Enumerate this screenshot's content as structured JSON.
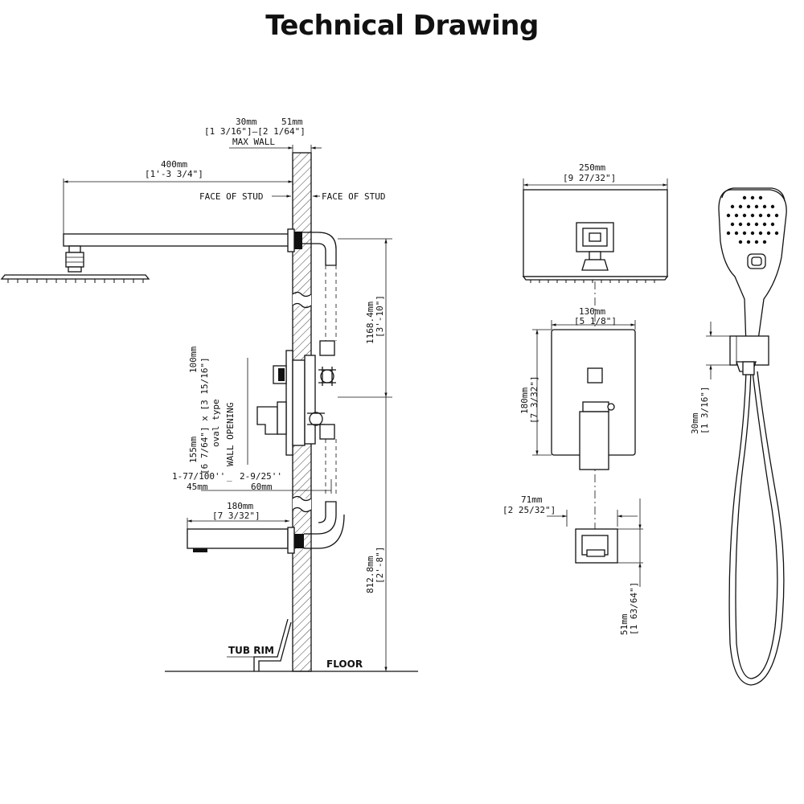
{
  "title": "Technical Drawing",
  "side_view": {
    "max_wall_mm": "30mm",
    "max_wall_mm2": "51mm",
    "max_wall_in": "[1 3/16\"]—[2 1/64\"]",
    "max_wall_label": "MAX WALL",
    "arm_mm": "400mm",
    "arm_in": "[1'-3 3/4\"]",
    "face_of_stud_left": "FACE OF STUD",
    "face_of_stud_right": "FACE OF STUD",
    "height_upper_mm": "1168.4mm",
    "height_upper_in": "[3'-10\"]",
    "opening_w": "100mm",
    "opening_h": "155mm",
    "opening_in": "[6 7/64\"] x [3 15/16\"]",
    "opening_type": "oval type",
    "opening_label": "WALL OPENING",
    "depth_in_left": "1-77/100''",
    "depth_in_right": "2-9/25''",
    "depth_mm_left": "45mm",
    "depth_mm_right": "60mm",
    "spout_mm": "180mm",
    "spout_in": "[7 3/32\"]",
    "height_lower_mm": "812.8mm",
    "height_lower_in": "[2'-8\"]",
    "tub_rim": "TUB RIM",
    "floor": "FLOOR"
  },
  "front_view": {
    "head_mm": "250mm",
    "head_in": "[9 27/32\"]",
    "plate_w_mm": "130mm",
    "plate_w_in": "[5 1/8\"]",
    "plate_h_mm": "180mm",
    "plate_h_in": "[7 3/32\"]",
    "spout_w_mm": "71mm",
    "spout_w_in": "[2 25/32\"]",
    "spout_h_mm": "51mm",
    "spout_h_in": "[1 63/64\"]"
  },
  "handheld": {
    "holder_mm": "30mm",
    "holder_in": "[1 3/16\"]"
  },
  "colors": {
    "line": "#111111",
    "background": "#ffffff"
  }
}
